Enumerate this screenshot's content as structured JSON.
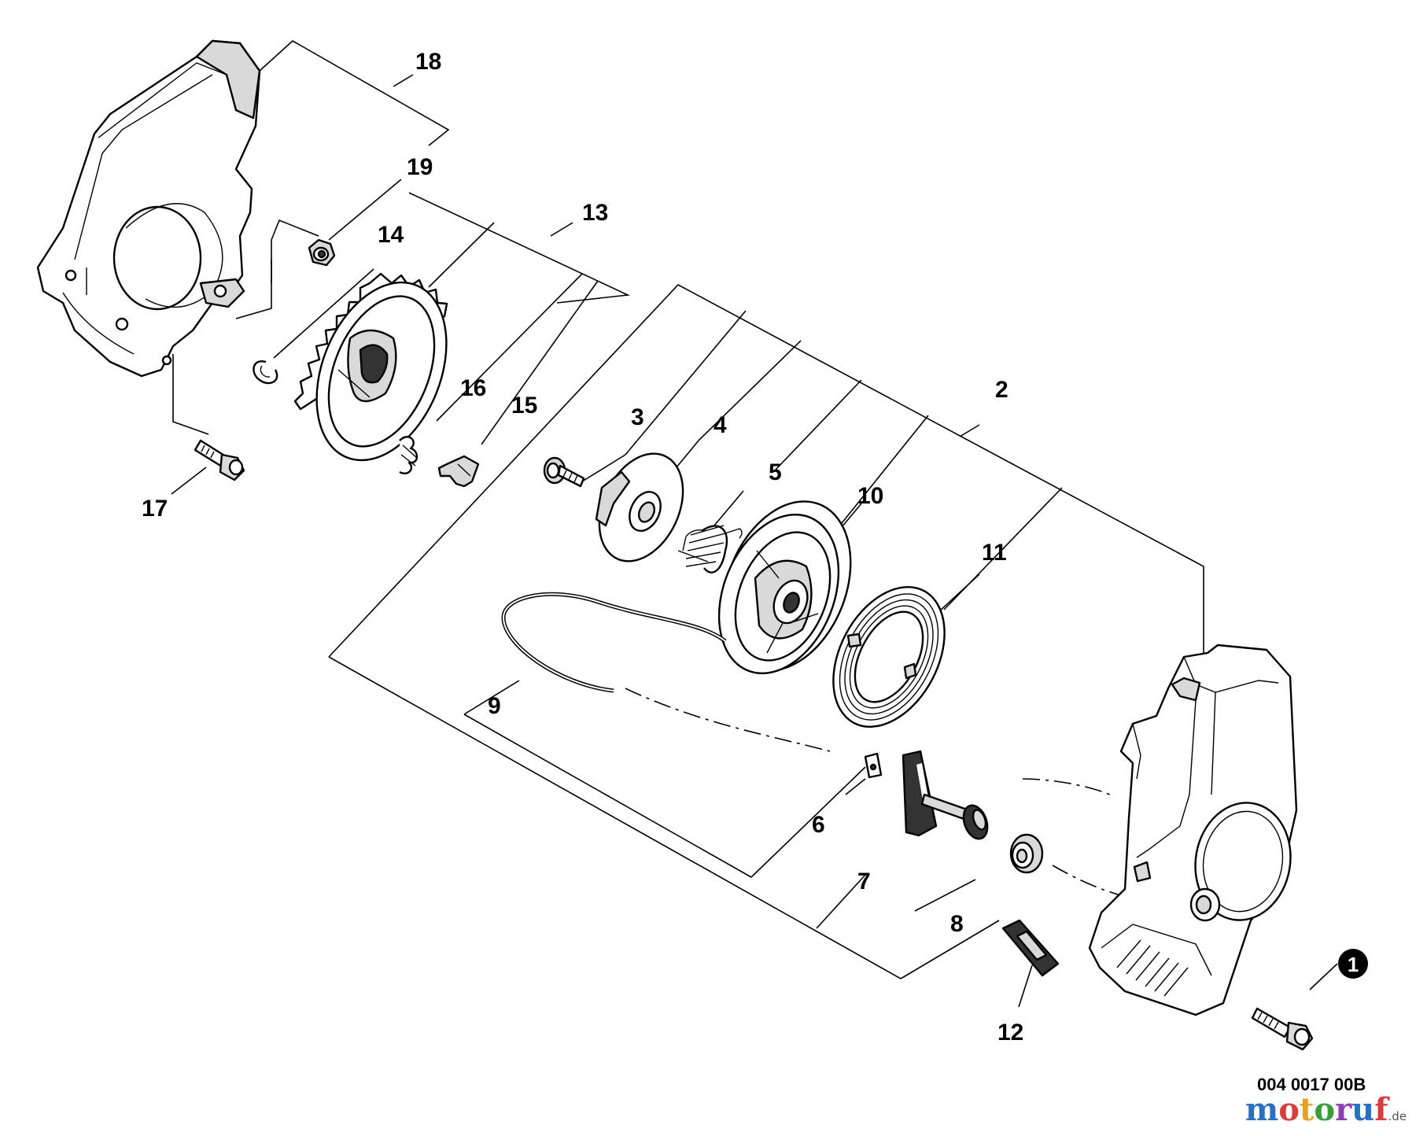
{
  "diagram": {
    "part_labels": {
      "p1": "1",
      "p2": "2",
      "p3": "3",
      "p4": "4",
      "p5": "5",
      "p6": "6",
      "p7": "7",
      "p8": "8",
      "p9": "9",
      "p10": "10",
      "p11": "11",
      "p12": "12",
      "p13": "13",
      "p14": "14",
      "p15": "15",
      "p16": "16",
      "p17": "17",
      "p18": "18",
      "p19": "19"
    },
    "drawing_code": "004 0017 00B",
    "watermark": "motoruf",
    "watermark_suffix": ".de",
    "watermark_colors": [
      "#2a6fc4",
      "#d63d3d",
      "#e5a21e",
      "#3a9d3a",
      "#8b3fb5",
      "#2a6fc4",
      "#d63d3d"
    ]
  }
}
